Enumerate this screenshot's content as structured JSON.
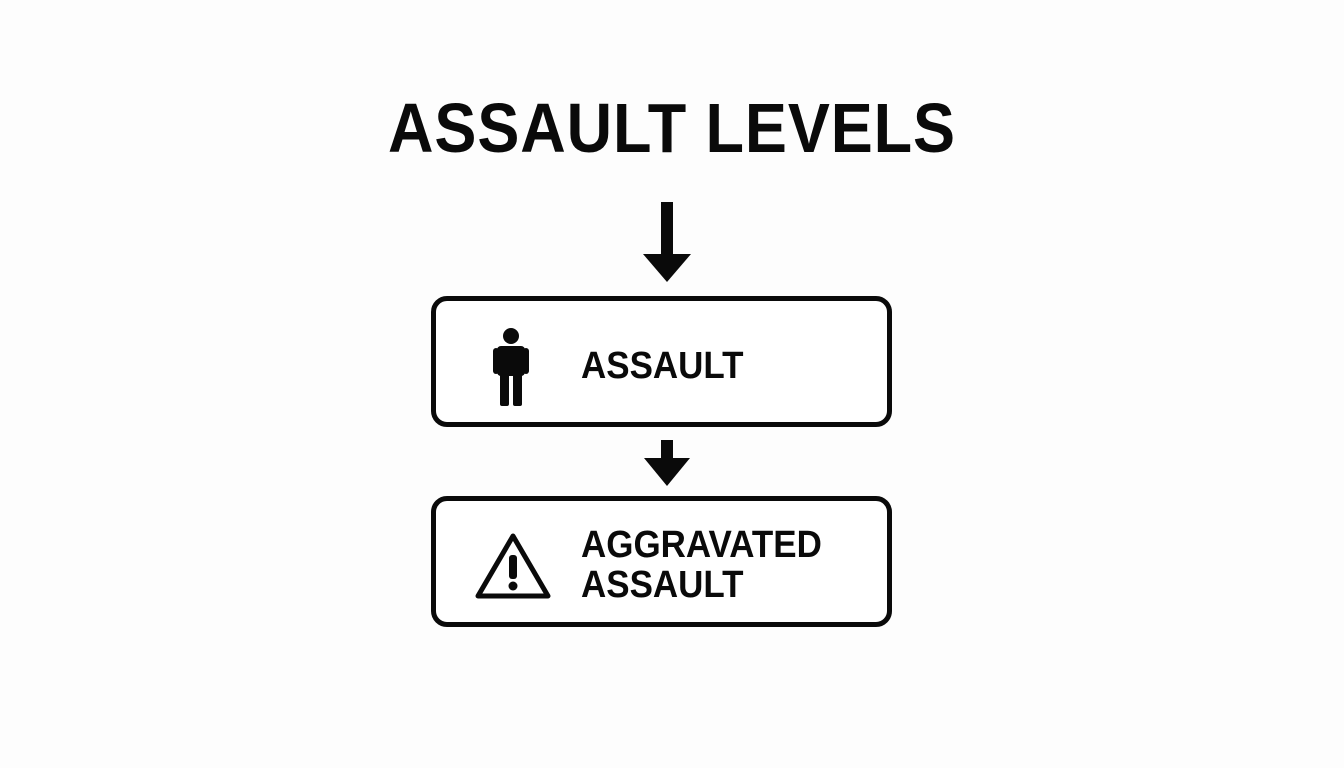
{
  "diagram": {
    "title": "ASSAULT LEVELS",
    "levels": [
      {
        "label": "ASSAULT",
        "icon": "person-icon"
      },
      {
        "label_line1": "AGGRAVATED",
        "label_line2": "ASSAULT",
        "icon": "warning-icon"
      }
    ],
    "colors": {
      "stroke": "#0a0a0a",
      "background": "#fdfdfd"
    }
  }
}
